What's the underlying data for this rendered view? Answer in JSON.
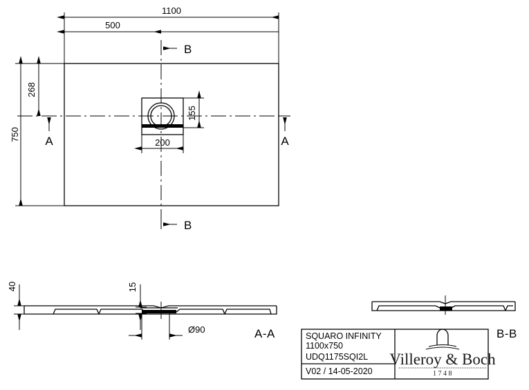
{
  "drawing": {
    "title": "SQUARO INFINITY shower tray technical drawing",
    "units": "mm",
    "line_color": "#000000",
    "background_color": "#ffffff"
  },
  "plan_view": {
    "name": "top-plan-view",
    "dimensions": {
      "overall_width": "1100",
      "offset_to_drain": "500",
      "overall_depth": "750",
      "top_to_centerline": "268",
      "drain_box_width": "200",
      "drain_box_height": "155"
    },
    "section_markers": {
      "left_label": "A",
      "right_label": "A",
      "top_label": "B",
      "bottom_label": "B"
    }
  },
  "section_aa": {
    "name": "section-a-a",
    "label": "A-A",
    "dimensions": {
      "tray_height": "40",
      "drain_depth": "15",
      "drain_diameter": "Ø90"
    }
  },
  "section_bb": {
    "name": "section-b-b",
    "label": "B-B"
  },
  "title_block": {
    "product_name": "SQUARO INFINITY",
    "size": "1100x750",
    "article_number": "UDQ1175SQI2L",
    "revision": "V02 / 14-05-2020",
    "brand": "Villeroy & Boch",
    "brand_year": "1748"
  }
}
